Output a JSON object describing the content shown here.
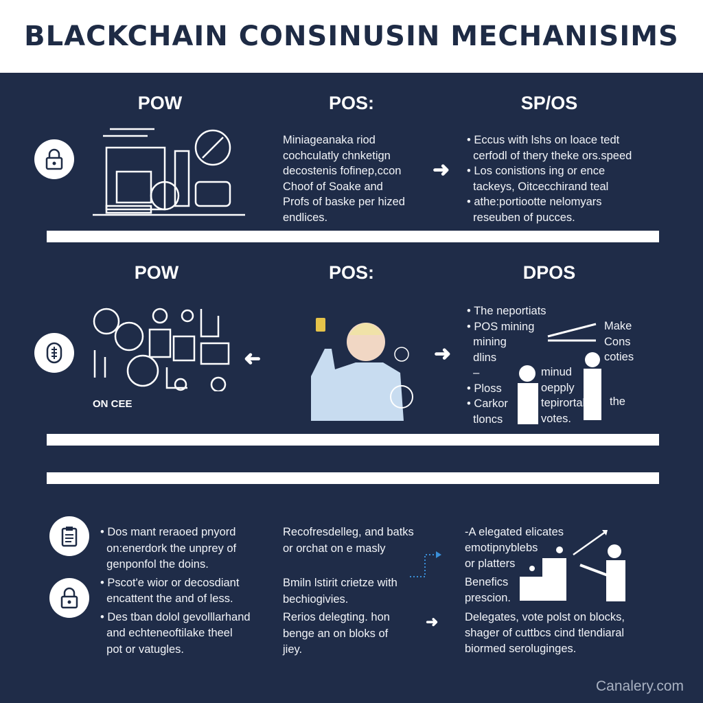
{
  "title": "Blackchain Consinusin Mechanisims",
  "row1": {
    "headings": [
      "POW",
      "POS:",
      "SP/OS"
    ],
    "pos_text": [
      "Miniageanaka riod",
      "cochculatly chnketign",
      "decostenis fofinep,ccon",
      "Choof of Soake and",
      "Profs of baske per hized",
      "endlices."
    ],
    "spos_bullets": [
      "• Eccus with lshs on loace tedt",
      "  cerfodl of thery theke ors.speed",
      "• Los conistions ing or ence",
      "  tackeys, Oitcecchirand teal",
      "• athe:portiootte nelomyars",
      "  reseuben of pucces."
    ]
  },
  "row2": {
    "headings": [
      "POW",
      "POS:",
      "DPOS"
    ],
    "pow_label": "ON CEE",
    "dpos_lines": [
      "• The neportiats",
      "• POS mining",
      "  mining",
      "  dlins",
      "  –",
      "• Ploss",
      "• Carkor",
      "  tloncs"
    ],
    "dpos_mid": [
      "minud",
      "oepply",
      "tepirortal",
      "votes."
    ],
    "dpos_right": [
      "Make",
      "Cons",
      "coties",
      "the"
    ]
  },
  "row3": {
    "col1": [
      "• Dos mant reraoed pnyord",
      "  on:enerdork the unprey of",
      "  genponfol the doins.",
      "• Pscot'e wior or decosdiant",
      "  encattent the and of less.",
      "• Des tban dolol gevolllarhand",
      "  and echteneoftilake theel",
      "  pot or vatugles."
    ],
    "col2a": [
      "Recofresdelleg, and batks",
      "or orchat on e masly"
    ],
    "col2b": [
      "Bmiln lstirit crietze with",
      "bechiogivies."
    ],
    "col2c": [
      "Rerios delegting. hon",
      "benge an on bloks of",
      "jiey."
    ],
    "col3a": [
      "-A elegated elicates",
      "emotipnyblebs",
      "or platters"
    ],
    "col3b": [
      "Benefics",
      "prescion."
    ],
    "col3c": [
      "Delegates, vote polst on blocks,",
      "shager of cuttbcs cind tlendiaral",
      "biormed seroluginges."
    ]
  },
  "watermark": "Canalery.com",
  "colors": {
    "background": "#1f2c48",
    "title": "#1e2b45"
  }
}
